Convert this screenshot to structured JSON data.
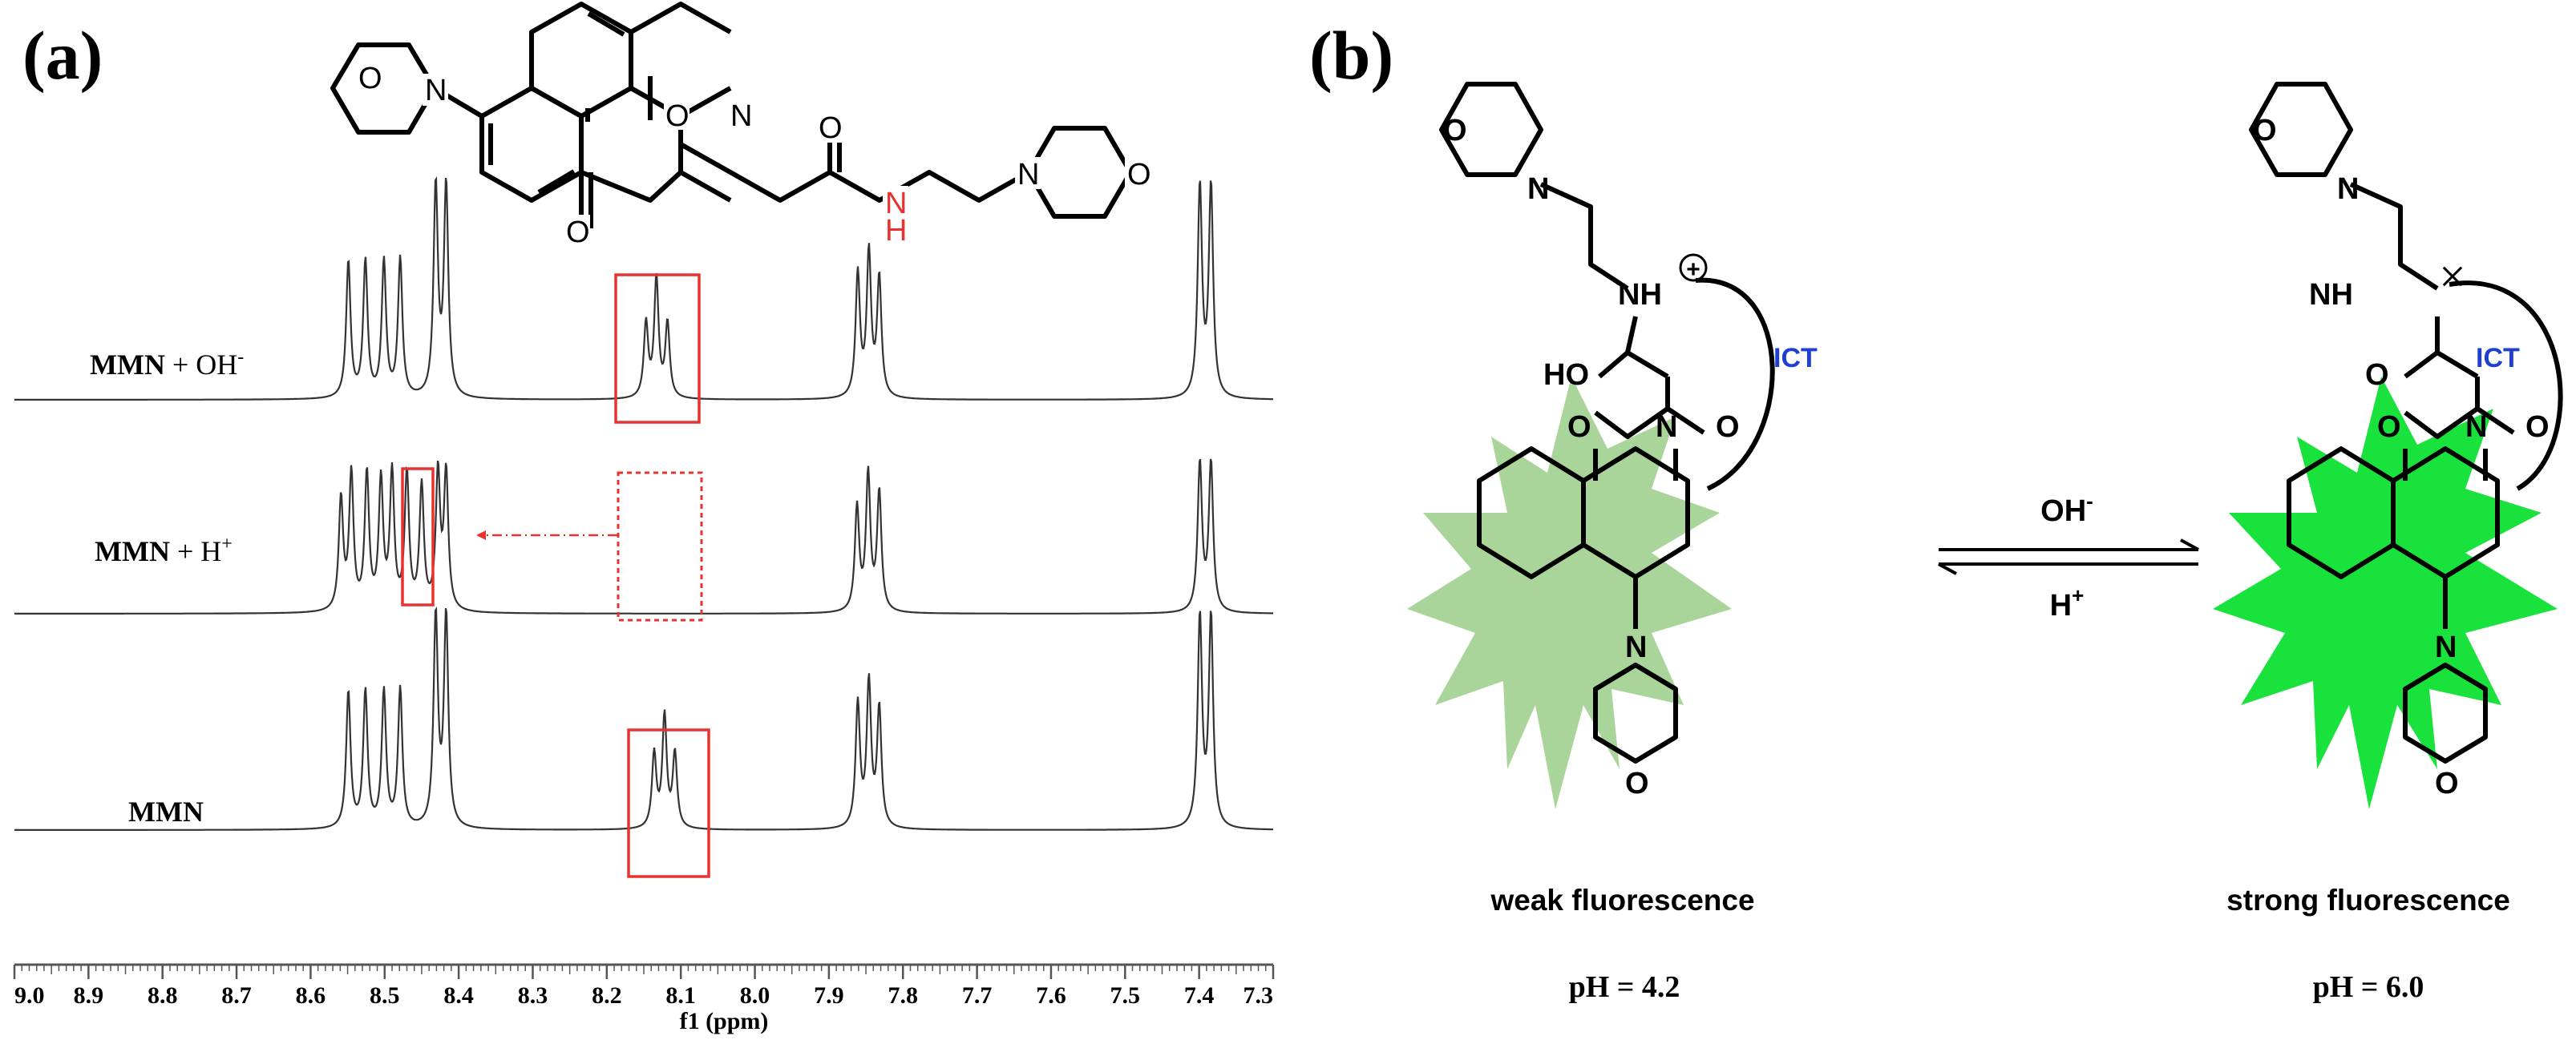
{
  "panel_a": {
    "label": "(a)"
  },
  "panel_b": {
    "label": "(b)"
  },
  "chart_data": {
    "type": "line",
    "title": "",
    "xlabel": "f1 (ppm)",
    "ylabel": "",
    "xlim": [
      9.0,
      7.3
    ],
    "x_reversed": true,
    "xticks": [
      "9.0",
      "8.9",
      "8.8",
      "8.7",
      "8.6",
      "8.5",
      "8.4",
      "8.3",
      "8.2",
      "8.1",
      "8.0",
      "7.9",
      "7.8",
      "7.7",
      "7.6",
      "7.5",
      "7.4",
      "7.3"
    ],
    "grid": false,
    "series": [
      {
        "name": "MMN + OH-",
        "label_main": "MMN",
        "label_rest": " + OH",
        "label_sup": "-",
        "peaks": [
          {
            "ppm": 8.549,
            "h": 0.55
          },
          {
            "ppm": 8.526,
            "h": 0.55
          },
          {
            "ppm": 8.501,
            "h": 0.55
          },
          {
            "ppm": 8.479,
            "h": 0.56
          },
          {
            "ppm": 8.431,
            "h": 0.85
          },
          {
            "ppm": 8.417,
            "h": 0.85
          },
          {
            "ppm": 8.147,
            "h": 0.3
          },
          {
            "ppm": 8.133,
            "h": 0.48
          },
          {
            "ppm": 8.118,
            "h": 0.3
          },
          {
            "ppm": 7.861,
            "h": 0.5
          },
          {
            "ppm": 7.846,
            "h": 0.58
          },
          {
            "ppm": 7.832,
            "h": 0.48
          },
          {
            "ppm": 7.399,
            "h": 0.85
          },
          {
            "ppm": 7.384,
            "h": 0.85
          }
        ]
      },
      {
        "name": "MMN + H+",
        "label_main": "MMN",
        "label_rest": " + H",
        "label_sup": "+",
        "peaks": [
          {
            "ppm": 8.559,
            "h": 0.45
          },
          {
            "ppm": 8.545,
            "h": 0.55
          },
          {
            "ppm": 8.524,
            "h": 0.55
          },
          {
            "ppm": 8.505,
            "h": 0.52
          },
          {
            "ppm": 8.49,
            "h": 0.55
          },
          {
            "ppm": 8.47,
            "h": 0.55
          },
          {
            "ppm": 8.45,
            "h": 0.5
          },
          {
            "ppm": 8.428,
            "h": 0.55
          },
          {
            "ppm": 8.417,
            "h": 0.55
          },
          {
            "ppm": 7.862,
            "h": 0.42
          },
          {
            "ppm": 7.847,
            "h": 0.55
          },
          {
            "ppm": 7.832,
            "h": 0.48
          },
          {
            "ppm": 7.399,
            "h": 0.6
          },
          {
            "ppm": 7.384,
            "h": 0.6
          }
        ]
      },
      {
        "name": "MMN",
        "label_main": "MMN",
        "label_rest": "",
        "label_sup": "",
        "peaks": [
          {
            "ppm": 8.549,
            "h": 0.55
          },
          {
            "ppm": 8.526,
            "h": 0.55
          },
          {
            "ppm": 8.501,
            "h": 0.55
          },
          {
            "ppm": 8.479,
            "h": 0.56
          },
          {
            "ppm": 8.431,
            "h": 0.85
          },
          {
            "ppm": 8.417,
            "h": 0.85
          },
          {
            "ppm": 8.136,
            "h": 0.3
          },
          {
            "ppm": 8.122,
            "h": 0.45
          },
          {
            "ppm": 8.108,
            "h": 0.3
          },
          {
            "ppm": 7.861,
            "h": 0.5
          },
          {
            "ppm": 7.846,
            "h": 0.58
          },
          {
            "ppm": 7.832,
            "h": 0.48
          },
          {
            "ppm": 7.399,
            "h": 0.85
          },
          {
            "ppm": 7.384,
            "h": 0.85
          }
        ]
      }
    ],
    "structure_a": {
      "label_O1": "O",
      "label_N1": "N",
      "label_O2": "O",
      "label_N2": "N",
      "label_O3": "O",
      "label_O4": "O",
      "label_NH_N": "N",
      "label_NH_H": "H",
      "label_N3": "N",
      "label_O5": "O"
    },
    "colors": {
      "trace": "#333333",
      "highlight": "#e8322f",
      "amide_nh": "#e8322f",
      "ict": "#1f3fcf",
      "glow_weak": "#a9d49a",
      "glow_strong": "#19e23d"
    }
  },
  "scheme": {
    "left": {
      "ict_label": "ICT",
      "state_label": "weak fluorescence",
      "ph_label": "pH = 4.2",
      "charge_symbol": "+",
      "atoms": {
        "O_morph_top": "O",
        "N_morph_top": "N",
        "NH": "NH",
        "HO": "HO",
        "O_imide_l": "O",
        "N_imide": "N",
        "O_imide_r": "O",
        "N_morph_bot": "N",
        "O_morph_bot": "O"
      }
    },
    "right": {
      "ict_label": "ICT",
      "state_label": "strong fluorescence",
      "ph_label": "pH = 6.0",
      "blocked_symbol": "×",
      "atoms": {
        "O_morph_top": "O",
        "N_morph_top": "N",
        "NH": "NH",
        "O_amide": "O",
        "O_imide_l": "O",
        "N_imide": "N",
        "O_imide_r": "O",
        "N_morph_bot": "N",
        "O_morph_bot": "O"
      }
    },
    "equilibrium": {
      "top_main": "OH",
      "top_sup": "-",
      "bottom_main": "H",
      "bottom_sup": "+"
    }
  }
}
